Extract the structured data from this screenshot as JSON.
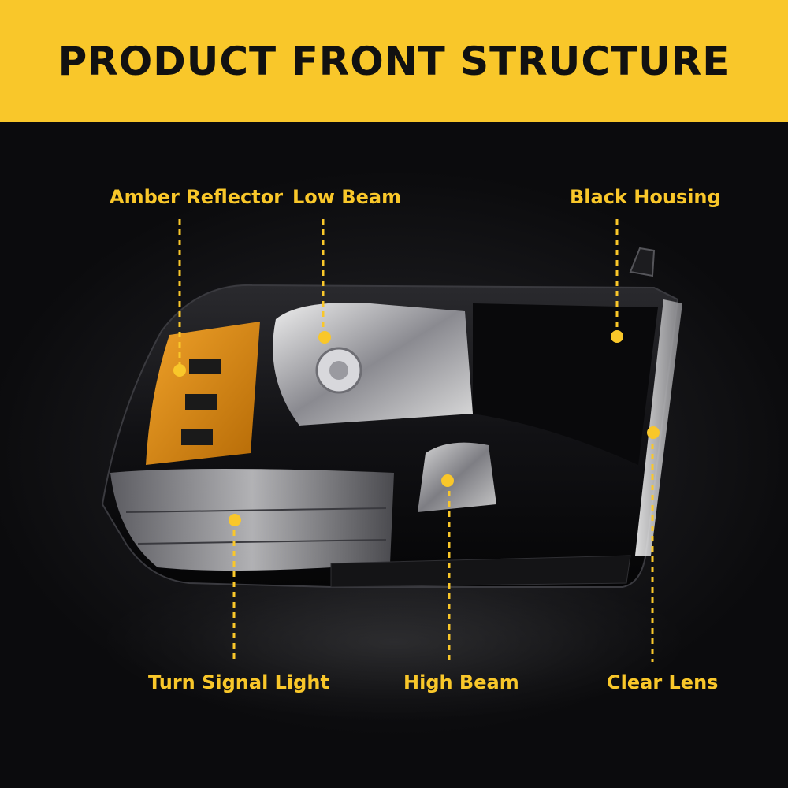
{
  "header": {
    "title": "PRODUCT FRONT STRUCTURE"
  },
  "labels": {
    "amber_reflector": "Amber Reflector",
    "low_beam": "Low Beam",
    "black_housing": "Black Housing",
    "turn_signal_light": "Turn Signal Light",
    "high_beam": "High Beam",
    "clear_lens": "Clear Lens"
  },
  "colors": {
    "banner": "#f9c72a",
    "accent": "#f9c72a",
    "title_text": "#111111",
    "amber": "#d9860a"
  }
}
